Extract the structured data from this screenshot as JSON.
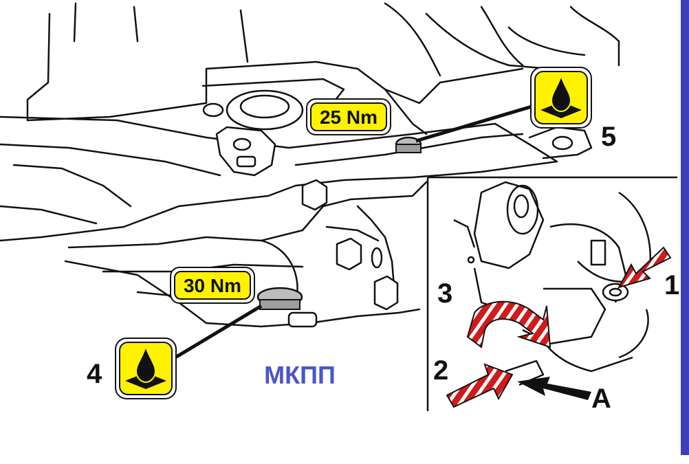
{
  "torques": {
    "upper": "25 Nm",
    "lower": "30 Nm"
  },
  "callouts": {
    "n1": "1",
    "n2": "2",
    "n3": "3",
    "n4": "4",
    "n5": "5",
    "a": "A"
  },
  "caption": "МКПП",
  "icons": {
    "fill_plug": "oil-drop-icon",
    "drain_plug": "oil-drop-icon"
  },
  "colors": {
    "label_fill": "#fff200",
    "caption": "#4a56c9",
    "arrow_red": "#d01b1b",
    "right_bar": "#3a3fb8"
  }
}
